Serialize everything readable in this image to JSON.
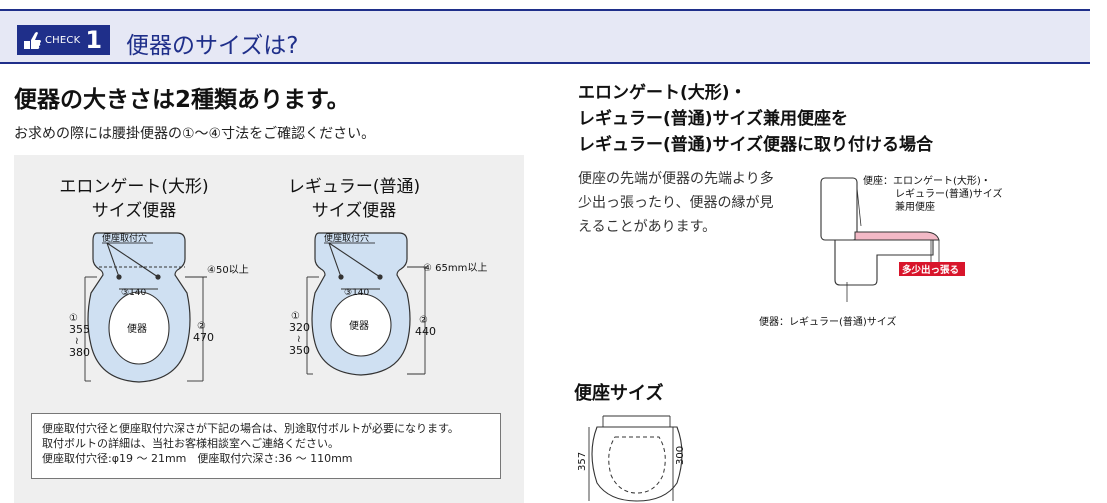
{
  "header": {
    "badge_label": "CHECK",
    "badge_number": "1",
    "title": "便器のサイズは?"
  },
  "left": {
    "heading": "便器の大きさは2種類あります。",
    "subtext": "お求めの際には腰掛便器の①〜④寸法をご確認ください。",
    "elongate": {
      "name_line1": "エロンゲート(大形)",
      "name_line2": "サイズ便器",
      "hole_label": "便座取付穴",
      "bowl_label": "便器",
      "dim4": "④50以上",
      "dim3": "③140",
      "dim1_marker": "①",
      "dim1_min": "355",
      "dim1_tilde": "≀",
      "dim1_max": "380",
      "dim2_marker": "②",
      "dim2_val": "470"
    },
    "regular": {
      "name_line1": "レギュラー(普通)",
      "name_line2": "サイズ便器",
      "hole_label": "便座取付穴",
      "bowl_label": "便器",
      "dim4": "④ 65mm以上",
      "dim3": "③140",
      "dim1_marker": "①",
      "dim1_min": "320",
      "dim1_tilde": "≀",
      "dim1_max": "350",
      "dim2_marker": "②",
      "dim2_val": "440"
    },
    "note": {
      "line1": "便座取付穴径と便座取付穴深さが下記の場合は、別途取付ボルトが必要になります。",
      "line2": "取付ボルトの詳細は、当社お客様相談室へご連絡ください。",
      "line3": "便座取付穴径:φ19 〜 21mm　便座取付穴深さ:36 〜 110mm"
    }
  },
  "right": {
    "heading_line1": "エロンゲート(大形)・",
    "heading_line2": "レギュラー(普通)サイズ兼用便座を",
    "heading_line3": "レギュラー(普通)サイズ便器に取り付ける場合",
    "body_line1": "便座の先端が便器の先端より多",
    "body_line2": "少出っ張ったり、便器の縁が見",
    "body_line3": "えることがあります。",
    "seat_callout_line1": "便座：エロンゲート(大形)・",
    "seat_callout_line2": "レギュラー(普通)サイズ",
    "seat_callout_line3": "兼用便座",
    "overhang_label": "多少出っ張る",
    "bowl_callout": "便器：レギュラー(普通)サイズ",
    "seat_size_heading": "便座サイズ",
    "seat_dim_width": "357",
    "seat_dim_length": "300"
  },
  "colors": {
    "navy": "#1f2f8a",
    "header_bg": "#e6e8f5",
    "bowl_fill": "#cfe0f2",
    "seat_pink": "#f3b9c6",
    "alert_red": "#d8152b",
    "panel_grey": "#efefef"
  }
}
